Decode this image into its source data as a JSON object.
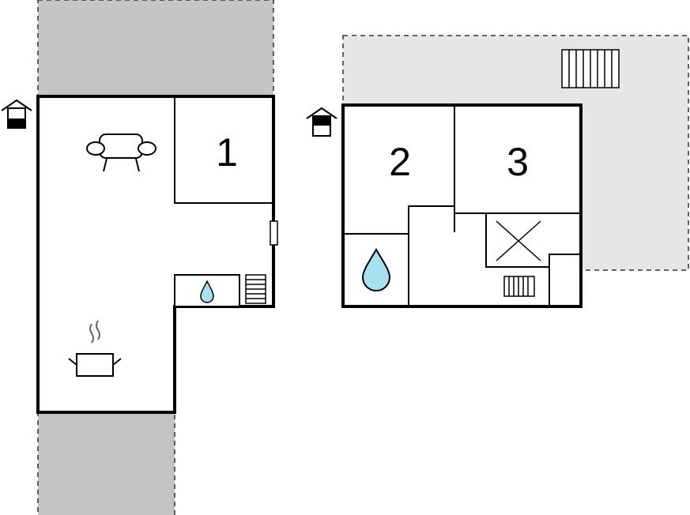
{
  "floorplan": {
    "rooms": [
      {
        "number": "1",
        "type": "bedroom"
      },
      {
        "number": "2",
        "type": "bedroom"
      },
      {
        "number": "3",
        "type": "bedroom"
      }
    ],
    "icons": {
      "entrance": "house-entrance-icon",
      "sofa": "sofa-icon",
      "kitchen": "cooking-pot-icon",
      "water": "water-drop-icon",
      "stairs": "stairs-icon",
      "terrace_fill": "dark-gray-terrace",
      "terrace_fill_light": "light-gray-terrace"
    },
    "colors": {
      "wall": "#000000",
      "terrace_dark": "#c4c4c4",
      "terrace_light": "#e6e6e6",
      "water": "#a6e1ee"
    }
  }
}
